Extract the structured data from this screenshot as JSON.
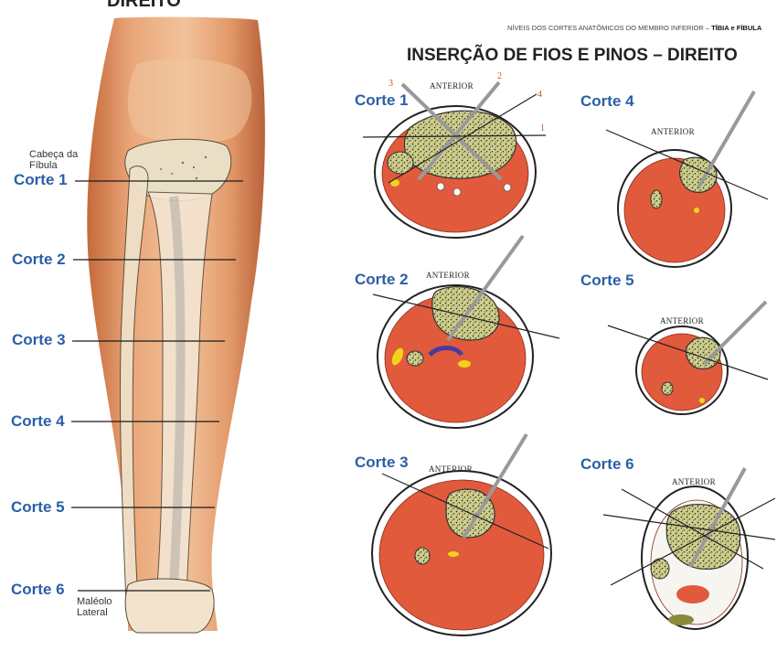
{
  "header": {
    "top_cut_text": "DIREITO",
    "subtitle_prefix": "NÍVEIS DOS CORTES ANATÔMICOS DO MEMBRO INFERIOR – ",
    "subtitle_bold": "TÍBIA e FÍBULA",
    "title": "INSERÇÃO DE FIOS E PINOS – DIREITO"
  },
  "leg": {
    "fibula_head_label": "Cabeça da\nFíbula",
    "malleolus_label": "Maléolo\nLateral",
    "levels": [
      "Corte 1",
      "Corte 2",
      "Corte 3",
      "Corte 4",
      "Corte 5",
      "Corte 6"
    ]
  },
  "sections": [
    {
      "label": "Corte 1",
      "anterior": "ANTERIOR",
      "pin_numbers": [
        "1",
        "2",
        "3",
        "4"
      ]
    },
    {
      "label": "Corte 2",
      "anterior": "ANTERIOR"
    },
    {
      "label": "Corte 3",
      "anterior": "ANTERIOR"
    },
    {
      "label": "Corte 4",
      "anterior": "ANTERIOR"
    },
    {
      "label": "Corte 5",
      "anterior": "ANTERIOR"
    },
    {
      "label": "Corte 6",
      "anterior": "ANTERIOR"
    }
  ],
  "colors": {
    "label_blue": "#2a5fa8",
    "muscle": "#e15a3c",
    "bone": "#d9d59a",
    "skin": "#e9a87c",
    "pin": "#9a9a9a"
  }
}
